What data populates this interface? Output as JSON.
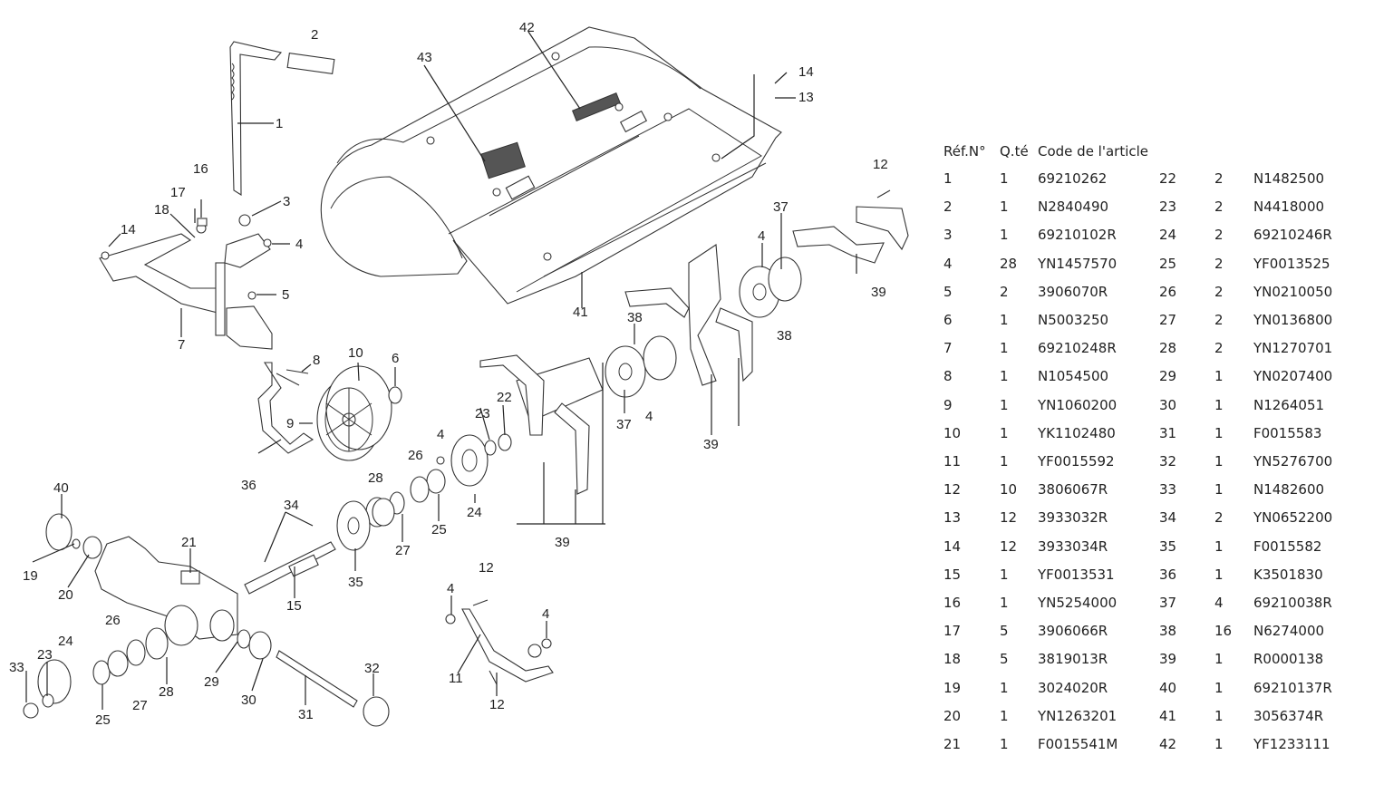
{
  "table": {
    "headers": {
      "ref": "Réf.N°",
      "qty": "Q.té",
      "code": "Code de l'article"
    },
    "left_rows": [
      {
        "ref": "1",
        "qty": "1",
        "code": "69210262"
      },
      {
        "ref": "2",
        "qty": "1",
        "code": "N2840490"
      },
      {
        "ref": "3",
        "qty": "1",
        "code": "69210102R"
      },
      {
        "ref": "4",
        "qty": "28",
        "code": "YN1457570"
      },
      {
        "ref": "5",
        "qty": "2",
        "code": "3906070R"
      },
      {
        "ref": "6",
        "qty": "1",
        "code": "N5003250"
      },
      {
        "ref": "7",
        "qty": "1",
        "code": "69210248R"
      },
      {
        "ref": "8",
        "qty": "1",
        "code": "N1054500"
      },
      {
        "ref": "9",
        "qty": "1",
        "code": "YN1060200"
      },
      {
        "ref": "10",
        "qty": "1",
        "code": "YK1102480"
      },
      {
        "ref": "11",
        "qty": "1",
        "code": "YF0015592"
      },
      {
        "ref": "12",
        "qty": "10",
        "code": "3806067R"
      },
      {
        "ref": "13",
        "qty": "12",
        "code": "3933032R"
      },
      {
        "ref": "14",
        "qty": "12",
        "code": "3933034R"
      },
      {
        "ref": "15",
        "qty": "1",
        "code": "YF0013531"
      },
      {
        "ref": "16",
        "qty": "1",
        "code": "YN5254000"
      },
      {
        "ref": "17",
        "qty": "5",
        "code": "3906066R"
      },
      {
        "ref": "18",
        "qty": "5",
        "code": "3819013R"
      },
      {
        "ref": "19",
        "qty": "1",
        "code": "3024020R"
      },
      {
        "ref": "20",
        "qty": "1",
        "code": "YN1263201"
      },
      {
        "ref": "21",
        "qty": "1",
        "code": "F0015541M"
      }
    ],
    "right_rows": [
      {
        "ref": "22",
        "qty": "2",
        "code": "N1482500"
      },
      {
        "ref": "23",
        "qty": "2",
        "code": "N4418000"
      },
      {
        "ref": "24",
        "qty": "2",
        "code": "69210246R"
      },
      {
        "ref": "25",
        "qty": "2",
        "code": "YF0013525"
      },
      {
        "ref": "26",
        "qty": "2",
        "code": "YN0210050"
      },
      {
        "ref": "27",
        "qty": "2",
        "code": "YN0136800"
      },
      {
        "ref": "28",
        "qty": "2",
        "code": "YN1270701"
      },
      {
        "ref": "29",
        "qty": "1",
        "code": "YN0207400"
      },
      {
        "ref": "30",
        "qty": "1",
        "code": "N1264051"
      },
      {
        "ref": "31",
        "qty": "1",
        "code": "F0015583"
      },
      {
        "ref": "32",
        "qty": "1",
        "code": "YN5276700"
      },
      {
        "ref": "33",
        "qty": "1",
        "code": "N1482600"
      },
      {
        "ref": "34",
        "qty": "2",
        "code": "YN0652200"
      },
      {
        "ref": "35",
        "qty": "1",
        "code": "F0015582"
      },
      {
        "ref": "36",
        "qty": "1",
        "code": "K3501830"
      },
      {
        "ref": "37",
        "qty": "4",
        "code": "69210038R"
      },
      {
        "ref": "38",
        "qty": "16",
        "code": "N6274000"
      },
      {
        "ref": "39",
        "qty": "1",
        "code": "R0000138"
      },
      {
        "ref": "40",
        "qty": "1",
        "code": "69210137R"
      },
      {
        "ref": "41",
        "qty": "1",
        "code": "3056374R"
      },
      {
        "ref": "42",
        "qty": "1",
        "code": "YF1233111"
      }
    ]
  },
  "callouts": {
    "c1": "1",
    "c2": "2",
    "c3": "3",
    "c4a": "4",
    "c5": "5",
    "c7": "7",
    "c14a": "14",
    "c16": "16",
    "c17": "17",
    "c18": "18",
    "c42": "42",
    "c43": "43",
    "c41": "41",
    "c14b": "14",
    "c13": "13",
    "c12a": "12",
    "c37a": "37",
    "c4b": "4",
    "c39a": "39",
    "c38a": "38",
    "c38b": "38",
    "c37b": "37",
    "c4c": "4",
    "c39b": "39",
    "c8": "8",
    "c10": "10",
    "c6": "6",
    "c9": "9",
    "c36": "36",
    "c4d": "4",
    "c23a": "23",
    "c22": "22",
    "c26a": "26",
    "c28a": "28",
    "c24a": "24",
    "c25a": "25",
    "c27a": "27",
    "c39c": "39",
    "c34": "34",
    "c35": "35",
    "c15": "15",
    "c21": "21",
    "c40": "40",
    "c19": "19",
    "c20": "20",
    "c26b": "26",
    "c24b": "24",
    "c23b": "23",
    "c33": "33",
    "c25b": "25",
    "c27b": "27",
    "c28b": "28",
    "c29": "29",
    "c30": "30",
    "c31": "31",
    "c32": "32",
    "c12b": "12",
    "c4e": "4",
    "c4f": "4",
    "c11": "11",
    "c12c": "12"
  }
}
